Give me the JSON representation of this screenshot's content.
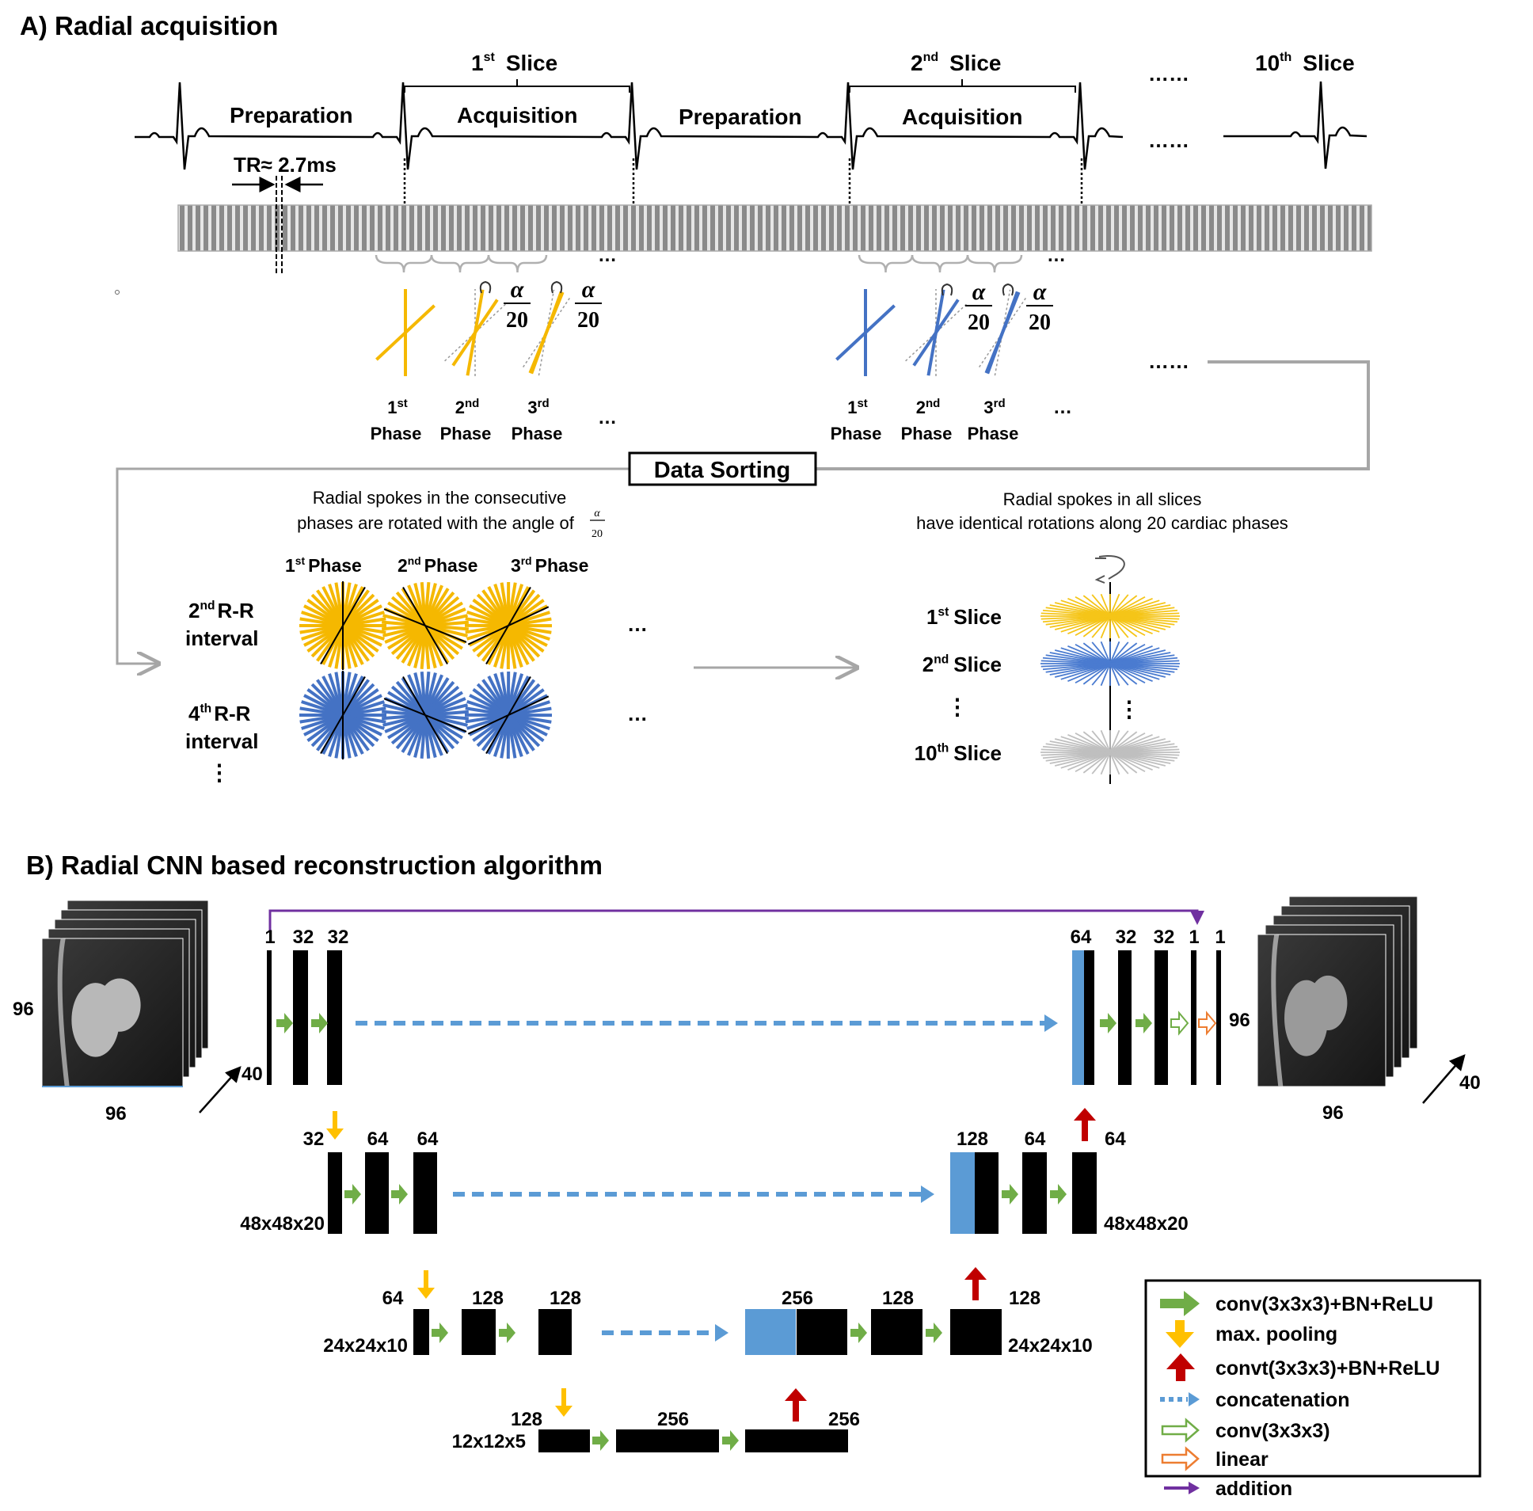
{
  "panel_a": {
    "title": "A) Radial acquisition",
    "slices_top": [
      {
        "num": "1",
        "sup": "st",
        "label": "Slice"
      },
      {
        "num": "2",
        "sup": "nd",
        "label": "Slice"
      },
      {
        "num": "10",
        "sup": "th",
        "label": "Slice"
      }
    ],
    "ecg_labels": [
      "Preparation",
      "Acquisition",
      "Preparation",
      "Acquisition"
    ],
    "ellipsis_long": "……",
    "ellipsis_short": "…",
    "tr_label": "TR≈ 2.7ms",
    "rotation_fraction": {
      "num": "α",
      "den": "20"
    },
    "phase_groups": [
      {
        "color": "#F5B800",
        "phases": [
          {
            "num": "1",
            "sup": "st",
            "label": "Phase"
          },
          {
            "num": "2",
            "sup": "nd",
            "label": "Phase"
          },
          {
            "num": "3",
            "sup": "rd",
            "label": "Phase"
          }
        ]
      },
      {
        "color": "#4472C4",
        "phases": [
          {
            "num": "1",
            "sup": "st",
            "label": "Phase"
          },
          {
            "num": "2",
            "sup": "nd",
            "label": "Phase"
          },
          {
            "num": "3",
            "sup": "rd",
            "label": "Phase"
          }
        ]
      }
    ],
    "data_sorting": "Data Sorting",
    "left_caption": [
      "Radial spokes in the consecutive",
      "phases are rotated with the angle of"
    ],
    "left_caption_fraction": {
      "num": "α",
      "den": "20"
    },
    "phase_headers": [
      {
        "num": "1",
        "sup": "st",
        "label": "Phase"
      },
      {
        "num": "2",
        "sup": "nd",
        "label": "Phase"
      },
      {
        "num": "3",
        "sup": "rd",
        "label": "Phase"
      }
    ],
    "rr_rows": [
      {
        "num": "2",
        "sup": "nd",
        "label": "R-R",
        "sub": "interval",
        "color": "#F5B800"
      },
      {
        "num": "4",
        "sup": "th",
        "label": "R-R",
        "sub": "interval",
        "color": "#4472C4"
      }
    ],
    "vertical_ellipsis": "⋮",
    "right_caption": [
      "Radial spokes in all slices",
      "have identical rotations along 20 cardiac phases"
    ],
    "slice_rows": [
      {
        "num": "1",
        "sup": "st",
        "label": "Slice",
        "color": "#F5C518"
      },
      {
        "num": "2",
        "sup": "nd",
        "label": "Slice",
        "color": "#4A7BD0"
      },
      {
        "num": "10",
        "sup": "th",
        "label": "Slice",
        "color": "#BFBFBF"
      }
    ]
  },
  "panel_b": {
    "title": "B) Radial CNN based reconstruction algorithm",
    "input_dims": {
      "height": "96",
      "width": "96",
      "depth": "40"
    },
    "output_dims": {
      "height": "96",
      "width": "96",
      "depth": "40"
    },
    "level1_enc": [
      "1",
      "32",
      "32"
    ],
    "level1_dec": [
      "64",
      "32",
      "32",
      "1",
      "1"
    ],
    "level2_enc": [
      "32",
      "64",
      "64"
    ],
    "level2_dec": [
      "128",
      "64",
      "64"
    ],
    "level2_size": "48x48x20",
    "level3_enc": [
      "64",
      "128",
      "128"
    ],
    "level3_dec": [
      "256",
      "128",
      "128"
    ],
    "level3_size": "24x24x10",
    "level4": [
      "128",
      "256",
      "256"
    ],
    "level4_size": "12x12x5",
    "legend": [
      {
        "icon": "green-filled-arrow",
        "label": "conv(3x3x3)+BN+ReLU",
        "color": "#70AD47"
      },
      {
        "icon": "yellow-down-arrow",
        "label": "max. pooling",
        "color": "#FFC000"
      },
      {
        "icon": "red-up-arrow",
        "label": "convt(3x3x3)+BN+ReLU",
        "color": "#C00000"
      },
      {
        "icon": "blue-dashed-arrow",
        "label": "concatenation",
        "color": "#5B9BD5"
      },
      {
        "icon": "green-outline-arrow",
        "label": "conv(3x3x3)",
        "color": "#70AD47"
      },
      {
        "icon": "orange-outline-arrow",
        "label": "linear",
        "color": "#ED7D31"
      },
      {
        "icon": "purple-arrow",
        "label": "addition",
        "color": "#7030A0"
      }
    ],
    "colors": {
      "block": "#808080",
      "concat": "#5B9BD5",
      "addition": "#7030A0"
    }
  }
}
